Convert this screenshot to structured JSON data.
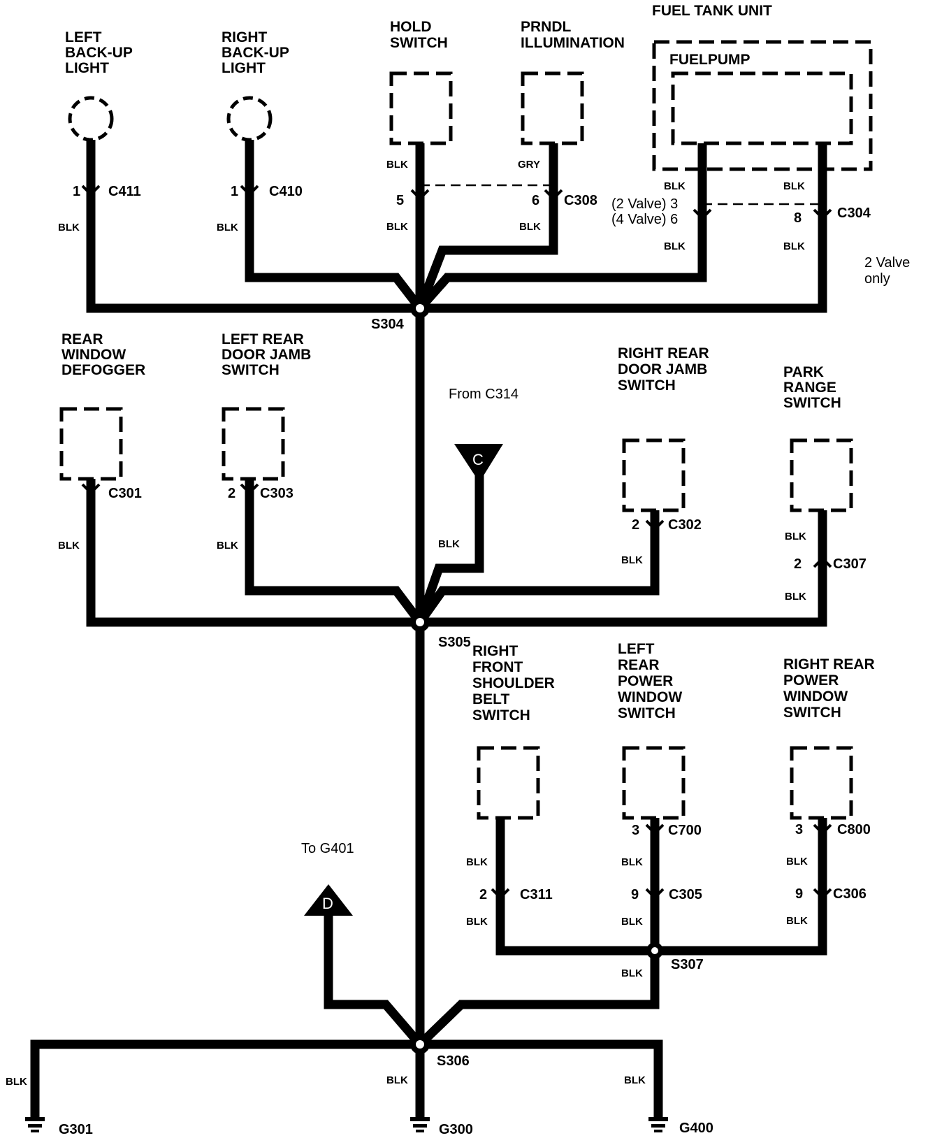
{
  "components": {
    "left_backup_light": [
      "LEFT",
      "BACK-UP",
      "LIGHT"
    ],
    "right_backup_light": [
      "RIGHT",
      "BACK-UP",
      "LIGHT"
    ],
    "hold_switch": [
      "HOLD",
      "SWITCH"
    ],
    "prndl_illumination": [
      "PRNDL",
      "ILLUMINATION"
    ],
    "fuel_tank_unit": "FUEL TANK UNIT",
    "fuel_pump": "FUELPUMP",
    "rear_window_defogger": [
      "REAR",
      "WINDOW",
      "DEFOGGER"
    ],
    "left_rear_door_jamb_switch": [
      "LEFT REAR",
      "DOOR JAMB",
      "SWITCH"
    ],
    "right_rear_door_jamb_switch": [
      "RIGHT REAR",
      "DOOR JAMB",
      "SWITCH"
    ],
    "park_range_switch": [
      "PARK",
      "RANGE",
      "SWITCH"
    ],
    "right_front_shoulder_belt_switch": [
      "RIGHT",
      "FRONT",
      "SHOULDER",
      "BELT",
      "SWITCH"
    ],
    "left_rear_power_window_switch": [
      "LEFT",
      "REAR",
      "POWER",
      "WINDOW",
      "SWITCH"
    ],
    "right_rear_power_window_switch": [
      "RIGHT REAR",
      "POWER",
      "WINDOW",
      "SWITCH"
    ]
  },
  "connectors": {
    "c411": {
      "name": "C411",
      "pin": "1"
    },
    "c410": {
      "name": "C410",
      "pin": "1"
    },
    "c308": {
      "name": "C308",
      "pin_a": "5",
      "pin_b": "6"
    },
    "c304": {
      "name": "C304",
      "pin_2valve": "(2 Valve) 3",
      "pin_4valve": "(4 Valve) 6",
      "pin_b": "8"
    },
    "c301": {
      "name": "C301"
    },
    "c303": {
      "name": "C303",
      "pin": "2"
    },
    "c302": {
      "name": "C302",
      "pin": "2"
    },
    "c307": {
      "name": "C307",
      "pin": "2"
    },
    "c700": {
      "name": "C700",
      "pin": "3"
    },
    "c800": {
      "name": "C800",
      "pin": "3"
    },
    "c311": {
      "name": "C311",
      "pin": "2"
    },
    "c305": {
      "name": "C305",
      "pin": "9"
    },
    "c306": {
      "name": "C306",
      "pin": "9"
    }
  },
  "wire_colors": {
    "black": "BLK",
    "gray": "GRY"
  },
  "splices": {
    "s304": "S304",
    "s305": "S305",
    "s306": "S306",
    "s307": "S307"
  },
  "grounds": {
    "g301": "G301",
    "g300": "G300",
    "g400": "G400"
  },
  "notes": {
    "two_valve_only": [
      "2 Valve",
      "only"
    ],
    "from_c314": "From C314",
    "to_g401": "To G401"
  },
  "flags": {
    "c": "C",
    "d": "D"
  }
}
